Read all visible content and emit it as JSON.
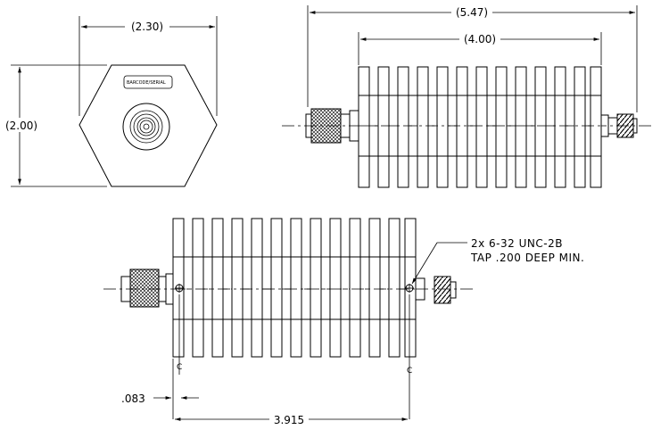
{
  "views": {
    "end_view": {
      "width_dim": "(2.30)",
      "height_dim": "(2.00)",
      "label_plate": "BARCODE/SERIAL"
    },
    "top_view": {
      "overall_dim": "(5.47)",
      "body_dim": "(4.00)"
    },
    "side_view": {
      "note_line1": "2x 6-32 UNC-2B",
      "note_line2": "TAP .200 DEEP MIN.",
      "offset_dim": ".083",
      "hole_spacing_dim": "3.915",
      "centerline_symbol": "C"
    }
  }
}
